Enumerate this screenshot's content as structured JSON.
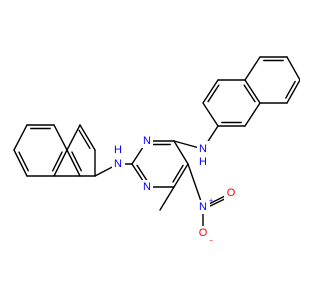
{
  "molecule": {
    "colors": {
      "carbon": "#000000",
      "nitrogen": "#0000ff",
      "oxygen": "#ff0000"
    },
    "atom_labels": {
      "ring_n1": "N",
      "ring_n2": "N",
      "amine_left": "N",
      "amine_left_h": "H",
      "amine_right": "N",
      "amine_right_h": "H",
      "nitro_n": "N",
      "nitro_n_charge": "+",
      "nitro_o1": "O",
      "nitro_o2": "O",
      "nitro_o2_charge": "−"
    }
  }
}
